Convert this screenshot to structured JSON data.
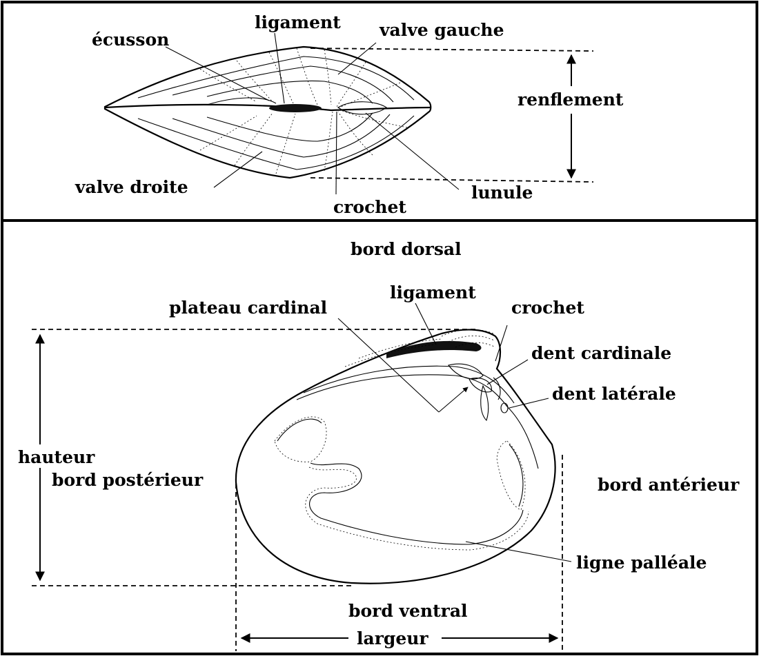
{
  "top_view": {
    "labels": {
      "ecusson": "écusson",
      "ligament": "ligament",
      "valve_gauche": "valve gauche",
      "renflement": "renflement",
      "valve_droite": "valve droite",
      "crochet": "crochet",
      "lunule": "lunule"
    }
  },
  "side_view": {
    "labels": {
      "bord_dorsal": "bord dorsal",
      "ligament": "ligament",
      "plateau_cardinal": "plateau cardinal",
      "crochet": "crochet",
      "dent_cardinale": "dent cardinale",
      "dent_laterale": "dent latérale",
      "hauteur": "hauteur",
      "bord_posterieur": "bord postérieur",
      "bord_anterieur": "bord antérieur",
      "ligne_palleale": "ligne palléale",
      "bord_ventral": "bord ventral",
      "largeur": "largeur"
    }
  }
}
